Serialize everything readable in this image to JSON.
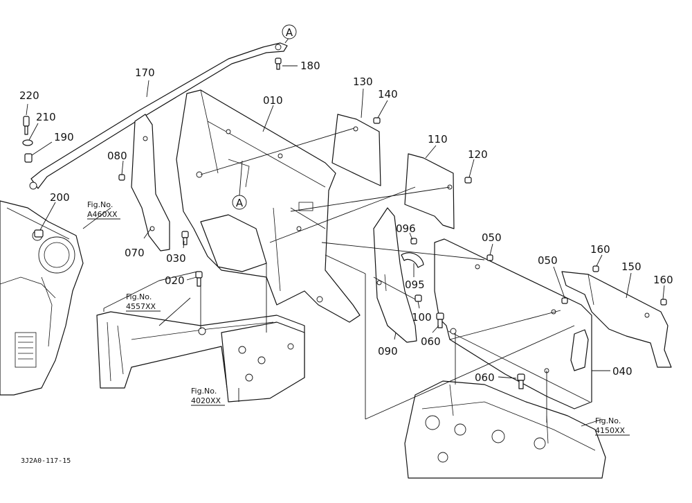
{
  "diagram": {
    "drawing_code": "3J2A0-117-15",
    "part_labels": {
      "p010": "010",
      "p020": "020",
      "p030": "030",
      "p040": "040",
      "p050a": "050",
      "p050b": "050",
      "p060a": "060",
      "p060b": "060",
      "p070": "070",
      "p080": "080",
      "p090": "090",
      "p095": "095",
      "p096": "096",
      "p100": "100",
      "p110": "110",
      "p120": "120",
      "p130": "130",
      "p140": "140",
      "p150": "150",
      "p160a": "160",
      "p160b": "160",
      "p170": "170",
      "p180": "180",
      "p190": "190",
      "p200": "200",
      "p210": "210",
      "p220": "220"
    },
    "markers": {
      "a_top": "A",
      "a_mid": "A"
    },
    "figure_refs": [
      {
        "caption": "Fig.No.",
        "number": "A460XX"
      },
      {
        "caption": "Fig.No.",
        "number": "4557XX"
      },
      {
        "caption": "Fig.No.",
        "number": "4020XX"
      },
      {
        "caption": "Fig.No.",
        "number": "4150XX"
      }
    ]
  }
}
